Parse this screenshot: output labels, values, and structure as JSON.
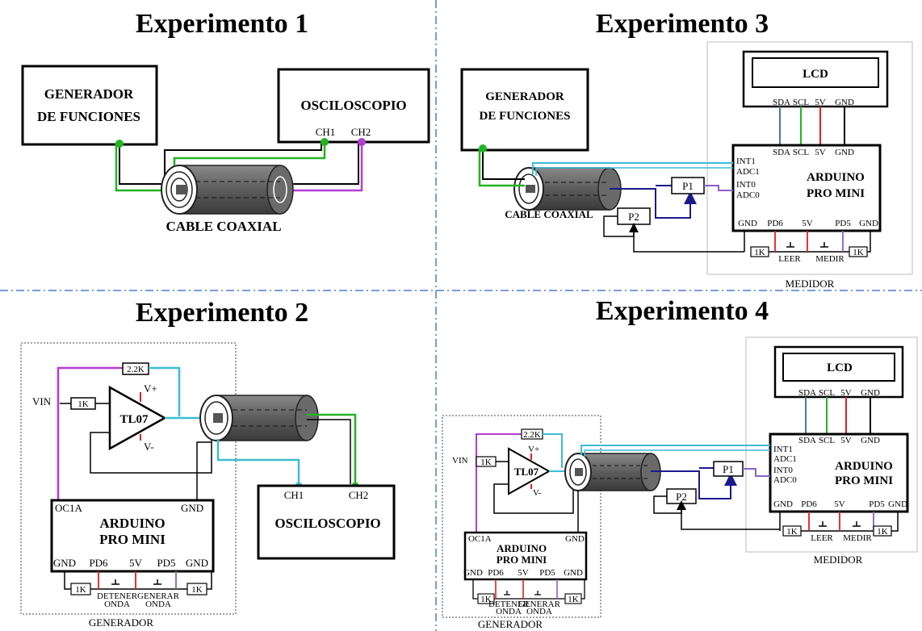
{
  "colors": {
    "green": "#22b422",
    "cyan": "#3cbcd4",
    "magenta": "#b43cd2",
    "navy": "#1a1a8c",
    "red": "#e02020",
    "purple": "#8a60c8",
    "steel": "#4a78a0",
    "divider": "#4a7ec8",
    "cable": "#5a5a5a"
  },
  "exp1": {
    "title": "Experimento 1",
    "generator": [
      "GENERADOR",
      "DE FUNCIONES"
    ],
    "scope": "OSCILOSCOPIO",
    "ch1": "CH1",
    "ch2": "CH2",
    "cable": "CABLE COAXIAL"
  },
  "exp2": {
    "title": "Experimento 2",
    "res_fb": "2.2K",
    "res_in": "1K",
    "vin": "VIN",
    "opamp": "TL07",
    "vplus": "V+",
    "vminus": "V-",
    "arduino": [
      "ARDUINO",
      "PRO MINI"
    ],
    "oc1a": "OC1A",
    "gnd": "GND",
    "pins": [
      "GND",
      "PD6",
      "5V",
      "PD5",
      "GND"
    ],
    "res_k1": "1K",
    "res_k2": "1K",
    "sw1": [
      "DETENER",
      "ONDA"
    ],
    "sw2": [
      "GENERAR",
      "ONDA"
    ],
    "scope": "OSCILOSCOPIO",
    "ch1": "CH1",
    "ch2": "CH2",
    "footer": "GENERADOR"
  },
  "exp3": {
    "title": "Experimento 3",
    "generator": [
      "GENERADOR",
      "DE FUNCIONES"
    ],
    "cable": "CABLE COAXIAL",
    "lcd": "LCD",
    "lcd_pins": [
      "SDA",
      "SCL",
      "5V",
      "GND"
    ],
    "arduino": [
      "ARDUINO",
      "PRO MINI"
    ],
    "left_pins": [
      "INT1",
      "ADC1",
      "INT0",
      "ADC0"
    ],
    "bottom_pins": [
      "GND",
      "PD6",
      "5V",
      "PD5",
      "GND"
    ],
    "p1": "P1",
    "p2": "P2",
    "res_k1": "1K",
    "res_k2": "1K",
    "sw1": "LEER",
    "sw2": "MEDIR",
    "footer": "MEDIDOR"
  },
  "exp4": {
    "title": "Experimento 4",
    "lcd": "LCD",
    "lcd_pins": [
      "SDA",
      "SCL",
      "5V",
      "GND"
    ],
    "arduino_m": [
      "ARDUINO",
      "PRO MINI"
    ],
    "left_pins": [
      "INT1",
      "ADC1",
      "INT0",
      "ADC0"
    ],
    "bottom_pins": [
      "GND",
      "PD6",
      "5V",
      "PD5",
      "GND"
    ],
    "p1": "P1",
    "p2": "P2",
    "res_km1": "1K",
    "res_km2": "1K",
    "sw1": "LEER",
    "sw2": "MEDIR",
    "footer_m": "MEDIDOR",
    "res_fb": "2.2K",
    "res_in": "1K",
    "vin": "VIN",
    "opamp": "TL07",
    "vplus": "V+",
    "vminus": "V-",
    "arduino_g": [
      "ARDUINO",
      "PRO MINI"
    ],
    "oc1a": "OC1A",
    "gnd": "GND",
    "gen_pins": [
      "GND",
      "PD6",
      "5V",
      "PD5",
      "GND"
    ],
    "res_kg1": "1K",
    "res_kg2": "1K",
    "gsw1": [
      "DETENER",
      "ONDA"
    ],
    "gsw2": [
      "GENERAR",
      "ONDA"
    ],
    "footer_g": "GENERADOR"
  }
}
